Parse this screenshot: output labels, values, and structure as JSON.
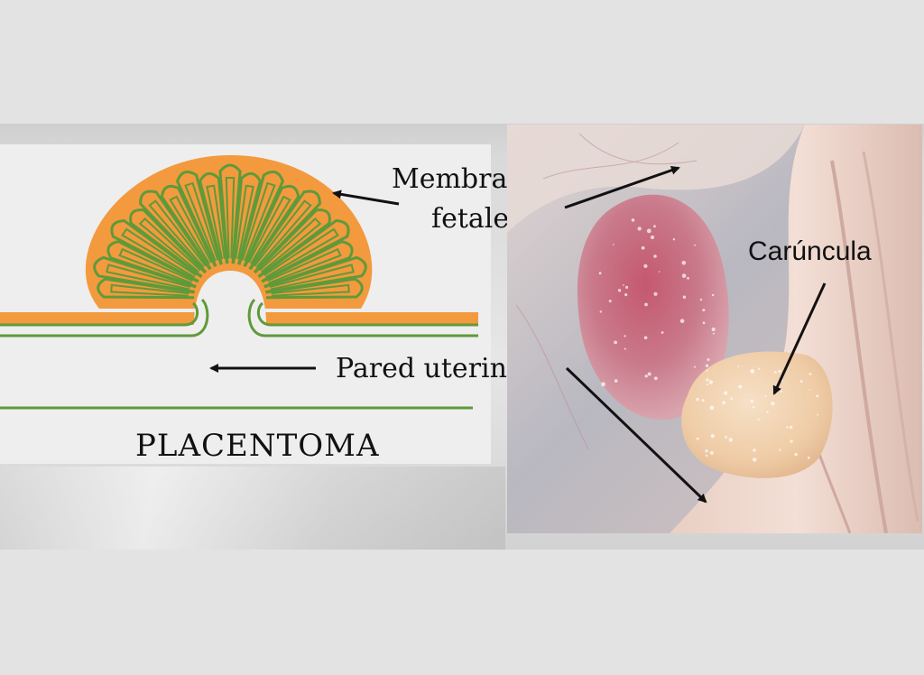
{
  "labels": {
    "membranas": "Membranas",
    "fetales": "fetales",
    "pared_uterina": "Pared uterina",
    "placentoma": "PLACENTOMA",
    "caruncula": "Carúncula"
  },
  "colors": {
    "placenta_orange": "#f39a3e",
    "membrane_green": "#5f9a3a",
    "page_background": "#e3e3e3",
    "diagram_panel": "#eeeeee",
    "tissue_pink": "#c97a8b",
    "caruncle_cream": "#f1d2b0"
  },
  "icons": [
    "arrow-icon"
  ]
}
